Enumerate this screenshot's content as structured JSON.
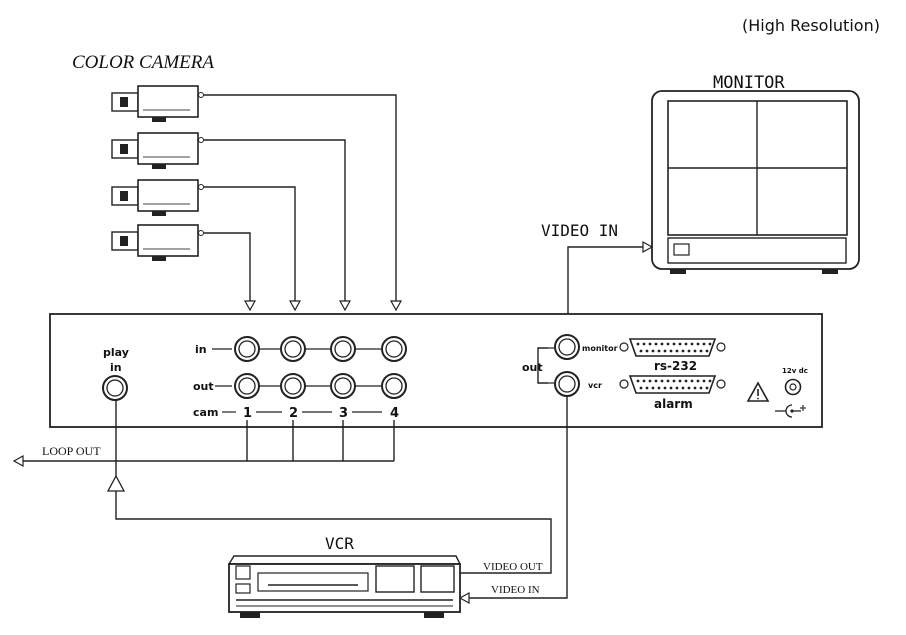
{
  "header": {
    "note": "(High Resolution)"
  },
  "cameras": {
    "title": "COLOR CAMERA",
    "count": 4
  },
  "monitor": {
    "title": "MONITOR",
    "input_label": "VIDEO IN"
  },
  "unit": {
    "play_label": "play",
    "play_in_label": "in",
    "row_in_label": "in",
    "row_out_label": "out",
    "cam_label": "cam",
    "cam_numbers": [
      "1",
      "2",
      "3",
      "4"
    ],
    "out_label": "out",
    "monitor_port_label": "monitor",
    "vcr_port_label": "vcr",
    "rs232_label": "rs-232",
    "alarm_label": "alarm",
    "power_label": "12v dc",
    "warning_icon": "warning-triangle-icon",
    "polarity_icon": "dc-polarity-icon"
  },
  "loop": {
    "label": "LOOP OUT"
  },
  "vcr": {
    "title": "VCR",
    "video_out_label": "VIDEO OUT",
    "video_in_label": "VIDEO IN"
  }
}
